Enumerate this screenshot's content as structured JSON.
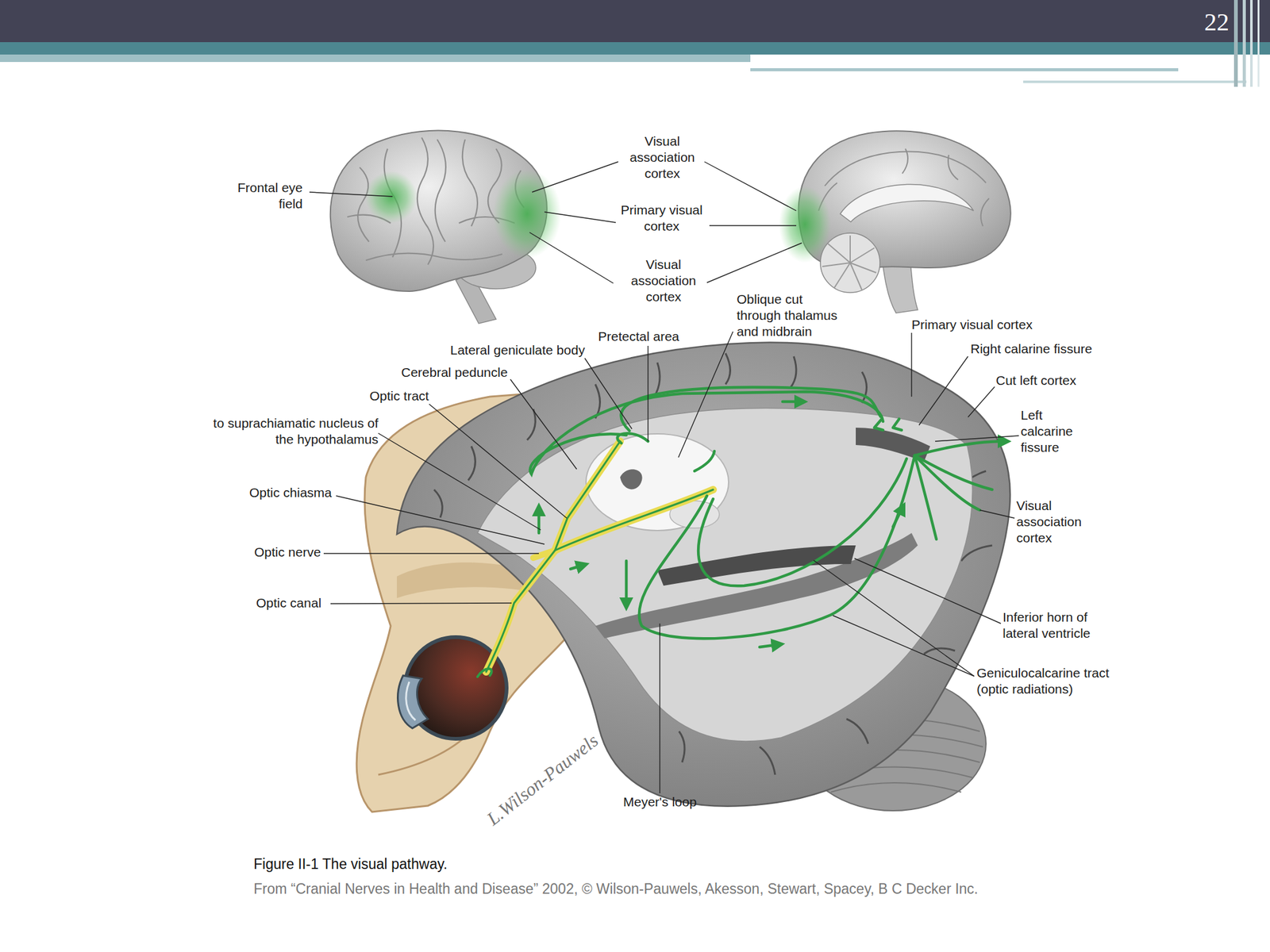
{
  "diagram": {
    "caption": "Figure II-1 The visual pathway.",
    "labels": [
      "22",
      "Frontal eye field",
      "Visual association cortex",
      "Primary visual cortex",
      "Visual association cortex",
      "Oblique cut through thalamus and midbrain",
      "Pretectal area",
      "Lateral geniculate body",
      "Cerebral peduncle",
      "Optic tract",
      "to suprachiamatic nucleus of the hypothalamus",
      "Optic chiasma",
      "Optic nerve",
      "Optic canal",
      "Primary visual cortex",
      "Right calarine fissure",
      "Cut left cortex",
      "Left calcarine fissure",
      "Visual association cortex",
      "Inferior horn of lateral ventricle",
      "Geniculocalcarine tract (optic radiations)",
      "Meyer's loop",
      "L.Wilson-Pauwels",
      "From “Cranial Nerves in Health and Disease” 2002, © Wilson-Pauwels, Akesson, Stewart, Spacey, B C Decker Inc."
    ]
  }
}
